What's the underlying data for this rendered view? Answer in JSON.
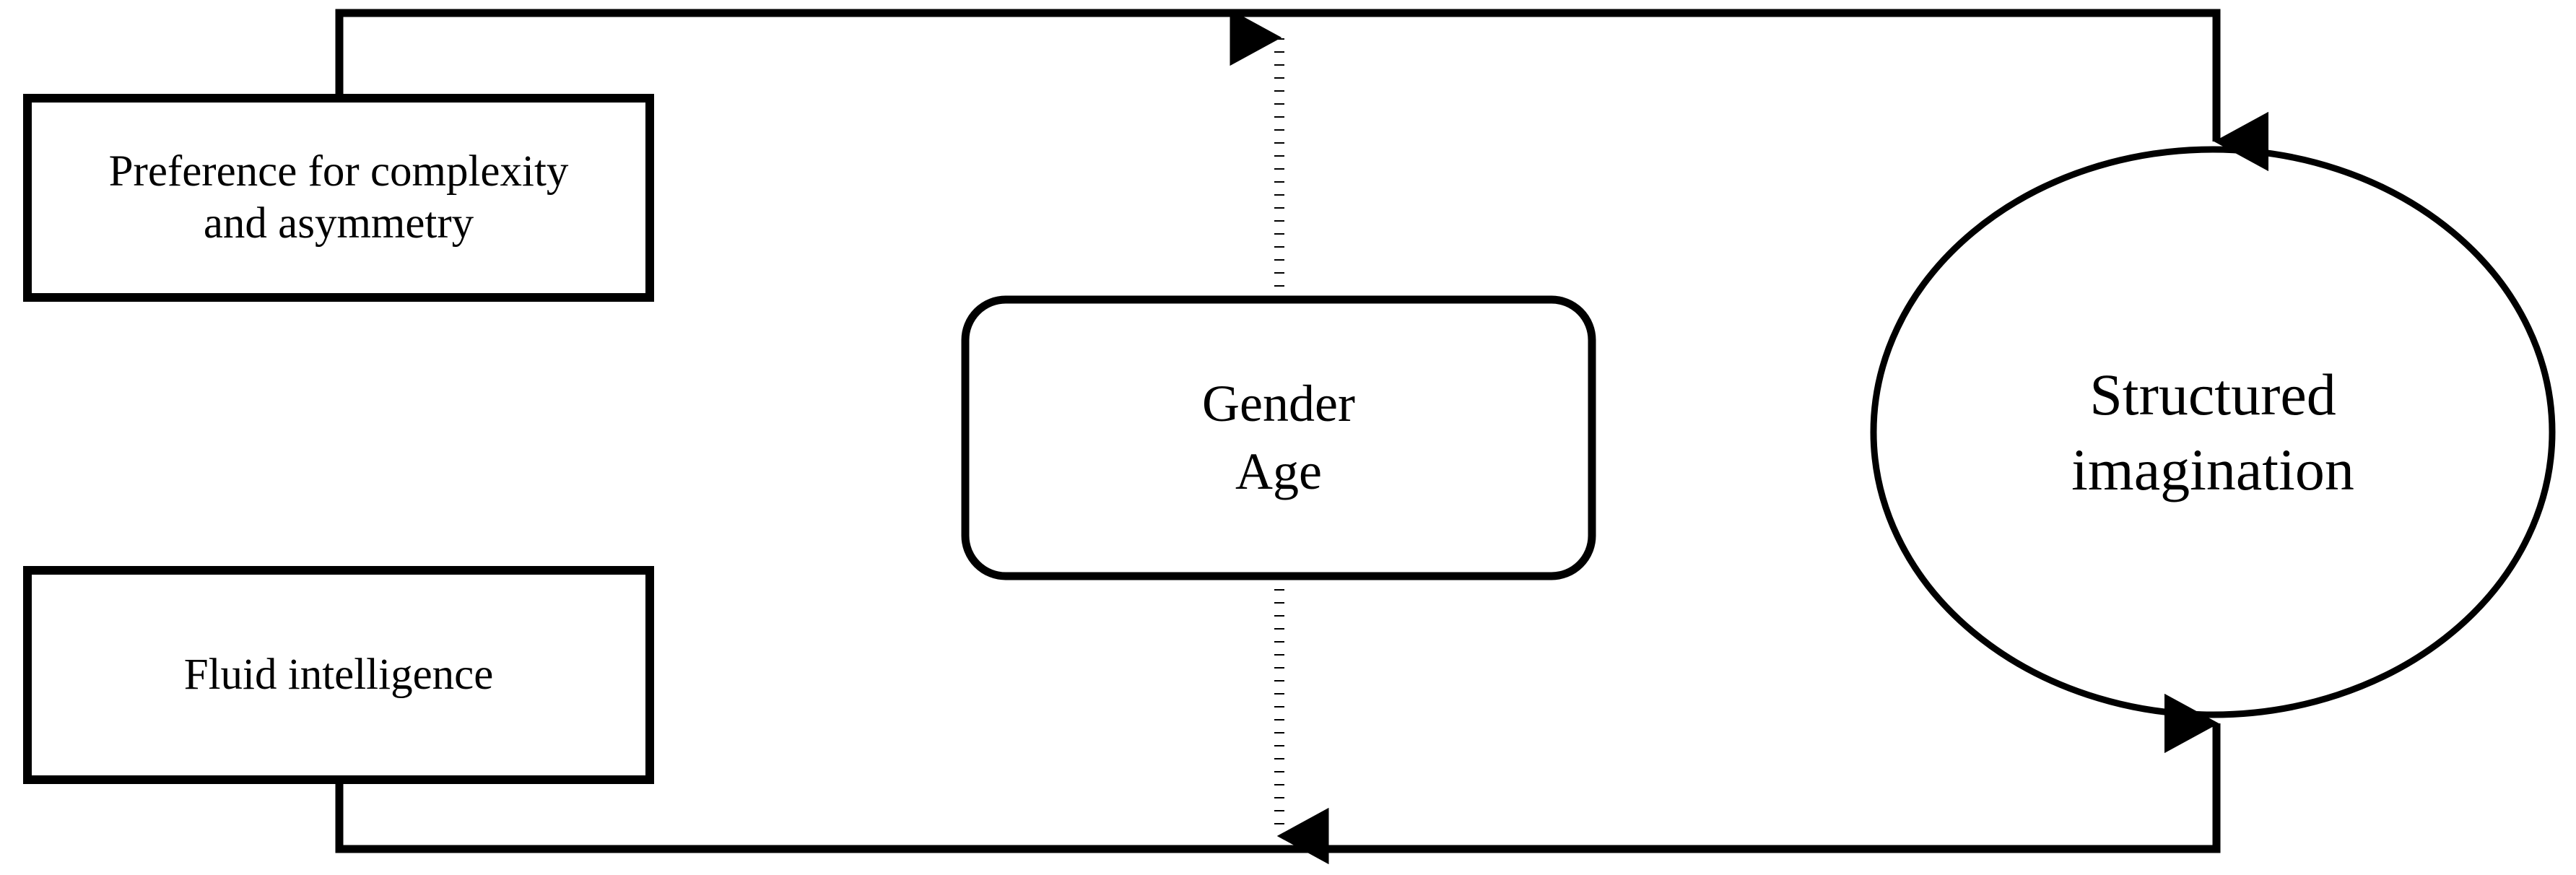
{
  "diagram": {
    "type": "moderation-model",
    "background_color": "#ffffff",
    "stroke_color": "#000000",
    "nodes": [
      {
        "id": "preference",
        "shape": "rectangle",
        "label": "Preference for complexity\nand asymmetry",
        "role": "predictor"
      },
      {
        "id": "fluid",
        "shape": "rectangle",
        "label": "Fluid intelligence",
        "role": "predictor"
      },
      {
        "id": "moderator",
        "shape": "rounded-rectangle",
        "label": "Gender\nAge",
        "role": "moderator"
      },
      {
        "id": "outcome",
        "shape": "ellipse",
        "label": "Structured\nimagination",
        "role": "outcome"
      }
    ],
    "edges": [
      {
        "id": "preference-to-outcome",
        "from": "preference",
        "to": "outcome",
        "style": "solid",
        "arrow": "single",
        "routing": "orthogonal-top"
      },
      {
        "id": "fluid-to-outcome",
        "from": "fluid",
        "to": "outcome",
        "style": "solid",
        "arrow": "single",
        "routing": "orthogonal-bottom"
      },
      {
        "id": "moderator-effect",
        "from": "moderator",
        "to": "paths",
        "style": "dotted",
        "arrow": "double-vertical",
        "routing": "vertical"
      }
    ]
  }
}
